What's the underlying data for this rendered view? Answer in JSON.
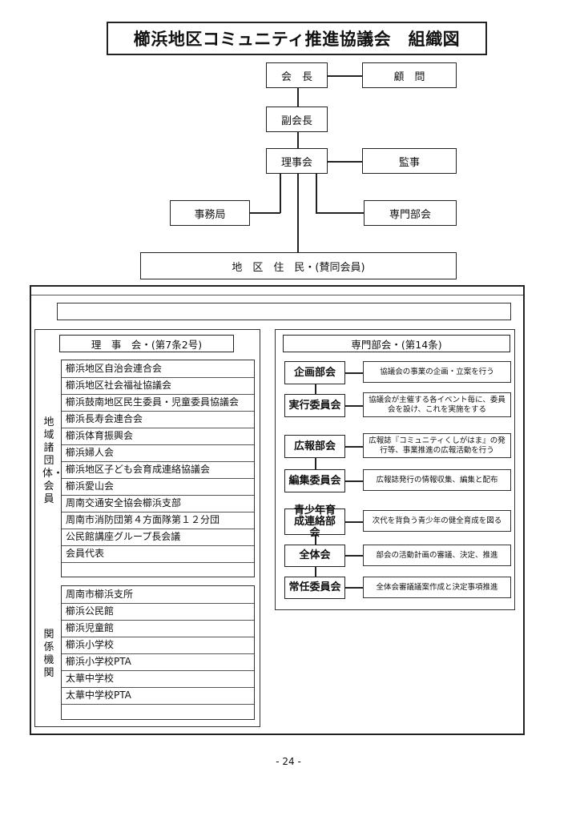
{
  "title": "櫛浜地区コミュニティ推進協議会　組織図",
  "top_nodes": {
    "chairman": "会　長",
    "advisor": "顧　問",
    "vice_chairman": "副会長",
    "board": "理事会",
    "auditor": "監事",
    "secretariat": "事務局",
    "special_committee": "専門部会",
    "residents": "地　区　住　民・(賛同会員)"
  },
  "board_section": {
    "header": "理　事　会・(第7条2号)",
    "group_label": "地域諸団体・会員",
    "members": [
      "櫛浜地区自治会連合会",
      "櫛浜地区社会福祉協議会",
      "櫛浜鼓南地区民生委員・児童委員協議会",
      "櫛浜長寿会連合会",
      "櫛浜体育振興会",
      "櫛浜婦人会",
      "櫛浜地区子ども会育成連絡協議会",
      "櫛浜愛山会",
      "周南交通安全協会櫛浜支部",
      "周南市消防団第４方面隊第１２分団",
      "公民館講座グループ長会議",
      "会員代表",
      ""
    ],
    "agency_label": "関係機関",
    "agencies": [
      "周南市櫛浜支所",
      "櫛浜公民館",
      "櫛浜児童館",
      "櫛浜小学校",
      "櫛浜小学校PTA",
      "太華中学校",
      "太華中学校PTA",
      ""
    ]
  },
  "committee_section": {
    "header": "専門部会・(第14条)",
    "committees": [
      {
        "name": "企画部会",
        "desc": "協議会の事業の企画・立案を行う"
      },
      {
        "name": "実行委員会",
        "desc": "協議会が主催する各イベント毎に、委員会を設け、これを実施をする"
      },
      {
        "name": "広報部会",
        "desc": "広報誌『コミュニティくしがはま』の発行等、事業推進の広報活動を行う"
      },
      {
        "name": "編集委員会",
        "desc": "広報誌発行の情報収集、編集と配布"
      },
      {
        "name": "青少年育成連絡部会",
        "desc": "次代を背負う青少年の健全育成を図る"
      },
      {
        "name": "全体会",
        "desc": "部会の活動計画の審議、決定、推進"
      },
      {
        "name": "常任委員会",
        "desc": "全体会審議議案作成と決定事項推進"
      }
    ]
  },
  "page_number": "- 24 -"
}
